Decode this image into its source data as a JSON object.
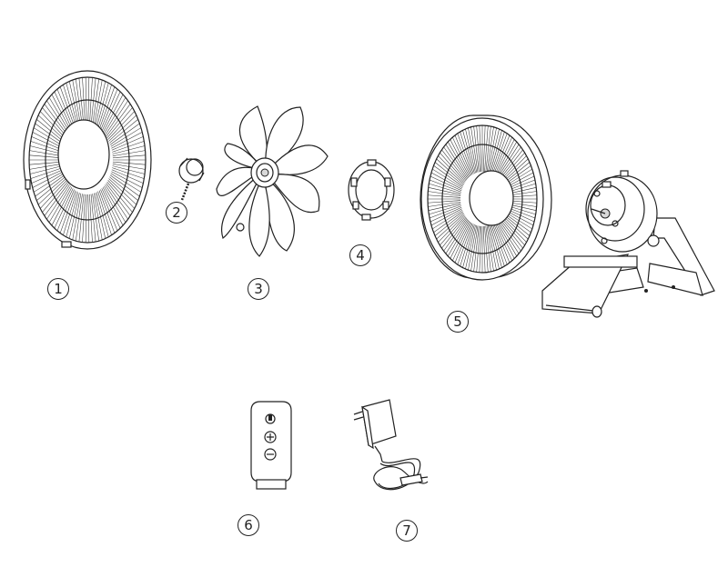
{
  "parts": [
    {
      "label": "1",
      "icon": "front-grille-icon"
    },
    {
      "label": "2",
      "icon": "grille-nut-icon"
    },
    {
      "label": "3",
      "icon": "fan-blade-icon"
    },
    {
      "label": "4",
      "icon": "lock-ring-icon"
    },
    {
      "label": "5",
      "icon": "rear-grille-icon"
    },
    {
      "label": "6",
      "icon": "remote-control-icon"
    },
    {
      "label": "7",
      "icon": "power-adapter-icon"
    }
  ],
  "remote": {
    "buttons": [
      "power-icon",
      "plus-icon",
      "minus-icon"
    ]
  }
}
